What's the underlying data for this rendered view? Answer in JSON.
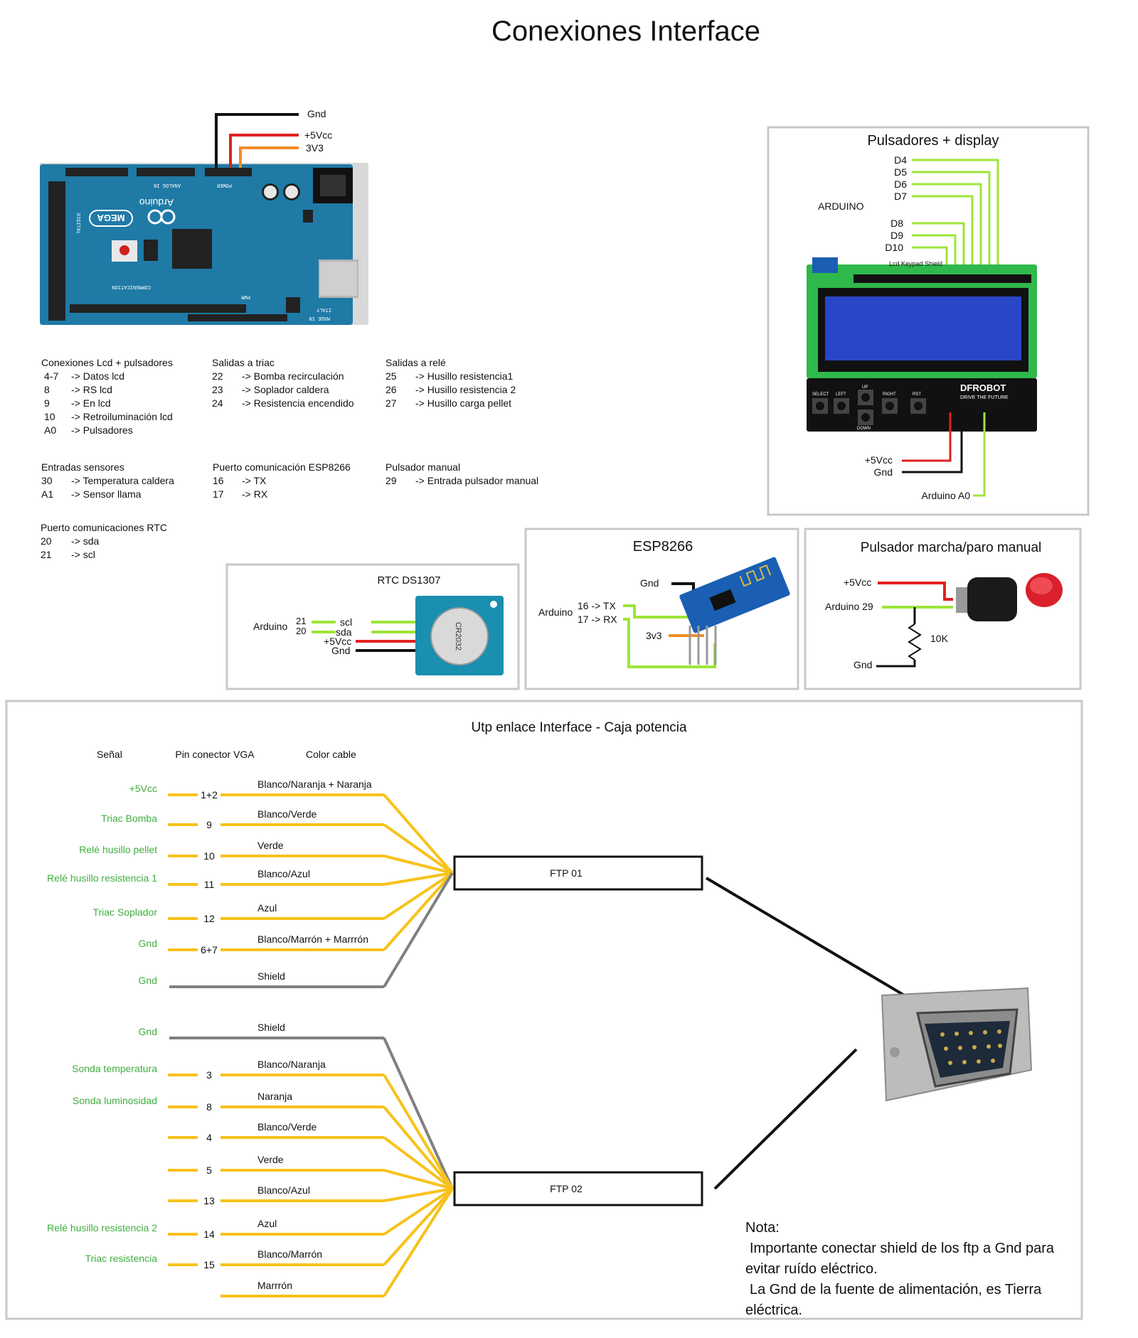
{
  "title": "Conexiones Interface",
  "power_rails": [
    {
      "label": "Gnd",
      "color": "#111111"
    },
    {
      "label": "+5Vcc",
      "color": "#e02020"
    },
    {
      "label": "3V3",
      "color": "#f28c28"
    }
  ],
  "arduino_board": {
    "logo": "Arduino",
    "model": "MEGA",
    "header_labels": [
      "POWER",
      "ANALOG IN",
      "DIGITAL",
      "COMMUNICATION",
      "PWM",
      "MADE IN",
      "ITALY"
    ]
  },
  "connection_tables": [
    {
      "title": "Conexiones Lcd + pulsadores",
      "rows": [
        {
          "pin": "4-7",
          "desc": "-> Datos lcd"
        },
        {
          "pin": "8",
          "desc": "-> RS lcd"
        },
        {
          "pin": "9",
          "desc": "-> En lcd"
        },
        {
          "pin": "10",
          "desc": "-> Retroiluminación lcd"
        },
        {
          "pin": "A0",
          "desc": "-> Pulsadores"
        }
      ]
    },
    {
      "title": "Salidas a triac",
      "rows": [
        {
          "pin": "22",
          "desc": "-> Bomba recirculación"
        },
        {
          "pin": "23",
          "desc": "-> Soplador caldera"
        },
        {
          "pin": "24",
          "desc": "-> Resistencia encendido"
        }
      ]
    },
    {
      "title": "Salidas a relé",
      "rows": [
        {
          "pin": "25",
          "desc": "-> Husillo resistencia1"
        },
        {
          "pin": "26",
          "desc": "-> Husillo resistencia 2"
        },
        {
          "pin": "27",
          "desc": "-> Husillo carga pellet"
        }
      ]
    },
    {
      "title": "Entradas sensores",
      "rows": [
        {
          "pin": "30",
          "desc": "-> Temperatura caldera"
        },
        {
          "pin": "A1",
          "desc": "-> Sensor llama"
        }
      ]
    },
    {
      "title": "Puerto comunicación ESP8266",
      "rows": [
        {
          "pin": "16",
          "desc": "-> TX"
        },
        {
          "pin": "17",
          "desc": "-> RX"
        }
      ]
    },
    {
      "title": "Pulsador manual",
      "rows": [
        {
          "pin": "29",
          "desc": "-> Entrada pulsador manual"
        }
      ]
    },
    {
      "title": "Puerto comunicaciones RTC",
      "rows": [
        {
          "pin": "20",
          "desc": "-> sda"
        },
        {
          "pin": "21",
          "desc": "-> scl"
        }
      ]
    }
  ],
  "lcd_panel": {
    "title": "Pulsadores + display",
    "arduino_label": "ARDUINO",
    "pins_top": [
      "D4",
      "D5",
      "D6",
      "D7"
    ],
    "pins_mid": [
      "D8",
      "D9",
      "D10"
    ],
    "shield_label": "Lcd Keypad Shield",
    "brand": "DFROBOT",
    "brand_tagline": "DRIVE THE FUTURE",
    "buttons": [
      "SELECT",
      "LEFT",
      "UP",
      "DOWN",
      "RIGHT",
      "RST"
    ],
    "bottom": {
      "vcc": "+5Vcc",
      "gnd": "Gnd",
      "a0": "Arduino A0"
    }
  },
  "rtc_panel": {
    "title": "RTC DS1307",
    "arduino_label": "Arduino",
    "pins": [
      "21",
      "20"
    ],
    "signals": [
      "scl",
      "sda",
      "+5Vcc",
      "Gnd"
    ],
    "battery": "CR2032"
  },
  "esp_panel": {
    "title": "ESP8266",
    "gnd": "Gnd",
    "arduino_label": "Arduino",
    "tx": "16 -> TX",
    "rx": "17 -> RX",
    "v33": "3v3"
  },
  "button_panel": {
    "title": "Pulsador marcha/paro manual",
    "vcc": "+5Vcc",
    "pin": "Arduino 29",
    "resistor": "10K",
    "gnd": "Gnd"
  },
  "utp": {
    "title": "Utp enlace Interface - Caja potencia",
    "headers": {
      "signal": "Señal",
      "pin": "Pin conector VGA",
      "color": "Color cable"
    },
    "ftp1_label": "FTP 01",
    "ftp2_label": "FTP 02",
    "group1": [
      {
        "signal": "+5Vcc",
        "pin": "1+2",
        "color": "Blanco/Naranja + Naranja"
      },
      {
        "signal": "Triac Bomba",
        "pin": "9",
        "color": "Blanco/Verde"
      },
      {
        "signal": "Relé husillo pellet",
        "pin": "10",
        "color": "Verde"
      },
      {
        "signal": "Relé husillo resistencia 1",
        "pin": "11",
        "color": "Blanco/Azul"
      },
      {
        "signal": "Triac Soplador",
        "pin": "12",
        "color": "Azul"
      },
      {
        "signal": "Gnd",
        "pin": "6+7",
        "color": "Blanco/Marrón + Marrrón"
      },
      {
        "signal": "Gnd",
        "pin": "",
        "color": "Shield"
      }
    ],
    "group2": [
      {
        "signal": "Gnd",
        "pin": "",
        "color": "Shield"
      },
      {
        "signal": "Sonda temperatura",
        "pin": "3",
        "color": "Blanco/Naranja"
      },
      {
        "signal": "Sonda luminosidad",
        "pin": "8",
        "color": "Naranja"
      },
      {
        "signal": "",
        "pin": "4",
        "color": "Blanco/Verde"
      },
      {
        "signal": "",
        "pin": "5",
        "color": "Verde"
      },
      {
        "signal": "",
        "pin": "13",
        "color": "Blanco/Azul"
      },
      {
        "signal": "Relé husillo resistencia 2",
        "pin": "14",
        "color": "Azul"
      },
      {
        "signal": "Triac resistencia",
        "pin": "15",
        "color": "Blanco/Marrón"
      },
      {
        "signal": "",
        "pin": "",
        "color": "Marrrón"
      }
    ],
    "note_title": "Nota:",
    "note_lines": [
      "Importante conectar shield de los ftp a Gnd para",
      "evitar ruído eléctrico.",
      "La Gnd de la fuente de alimentación, es Tierra",
      "eléctrica."
    ]
  },
  "colors": {
    "wire_black": "#111111",
    "wire_red": "#e02020",
    "wire_orange": "#f28c28",
    "wire_green": "#9ee53a",
    "wire_yellow": "#f7c21a",
    "shield_gray": "#808080",
    "signal_green": "#3fae3f",
    "board_blue": "#1f7aa6",
    "shield_green": "#2fb84b",
    "lcd_blue": "#2a46c8",
    "panel_border": "#c8c8c8"
  }
}
